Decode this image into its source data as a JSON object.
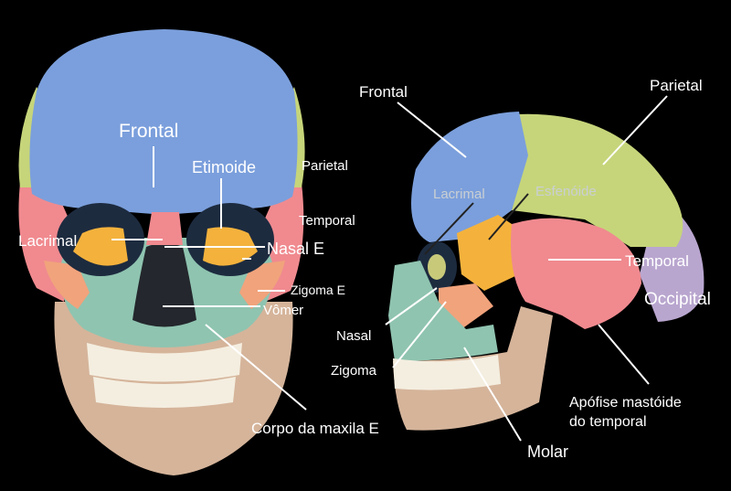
{
  "colors": {
    "background": "#000000",
    "frontal": "#7b9fdc",
    "parietal": "#c6d57a",
    "temporal": "#f08a8f",
    "occipital": "#b9a6cf",
    "sphenoid": "#f4b23c",
    "zygoma": "#f1a37c",
    "maxilla": "#8fc4b0",
    "mandible": "#d5b49a",
    "teeth": "#f4eee0",
    "lacrimal": "#c8ca7a",
    "label_text": "#ffffff",
    "label_text_grey": "#c9cfd3"
  },
  "front_view": {
    "labels": {
      "frontal": "Frontal",
      "etimoide": "Etimoide",
      "parietal": "Parietal",
      "temporal": "Temporal",
      "lacrimal": "Lacrimal",
      "nasal": "Nasal E",
      "zigoma": "Zigoma E",
      "vomer": "Vômer",
      "maxila": "Corpo da maxila E"
    }
  },
  "side_view": {
    "labels": {
      "frontal": "Frontal",
      "parietal": "Parietal",
      "lacrimal": "Lacrimal",
      "esfenoide": "Esfenóide",
      "temporal": "Temporal",
      "occipital": "Occipital",
      "nasal": "Nasal",
      "zigoma": "Zigoma",
      "apofise_line1": "Apófise mastóide",
      "apofise_line2": "do temporal",
      "molar": "Molar"
    }
  }
}
